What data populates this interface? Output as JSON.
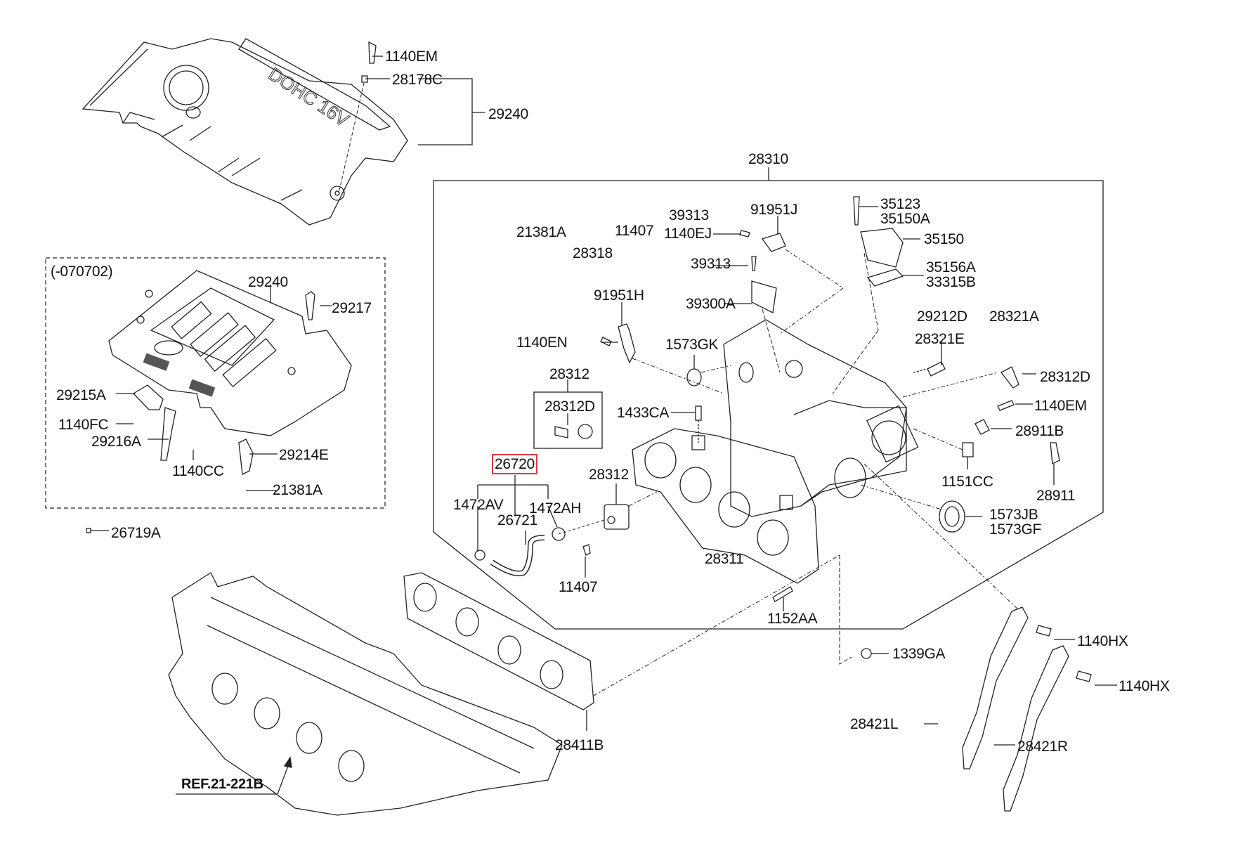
{
  "diagram": {
    "title": "Intake manifold & engine cover parts diagram",
    "highlight_color": "#e0383e",
    "highlighted_part": "26720",
    "variant_box_label": "(-070702)",
    "reference": "REF.21-221B",
    "cover_text": "DOHC 16V",
    "labels": {
      "top_1140EM": "1140EM",
      "top_28178C": "28178C",
      "top_29240": "29240",
      "var_29240": "29240",
      "var_29217": "29217",
      "var_29215A": "29215A",
      "var_1140FC": "1140FC",
      "var_29216A": "29216A",
      "var_1140CC": "1140CC",
      "var_29214E": "29214E",
      "var_21381A": "21381A",
      "p26719A": "26719A",
      "p28310": "28310",
      "p21381A": "21381A",
      "p11407_top": "11407",
      "p28318": "28318",
      "p39313_a": "39313",
      "p1140EJ": "1140EJ",
      "p91951J": "91951J",
      "p39313_b": "39313",
      "p39300A": "39300A",
      "p35123": "35123",
      "p35150A": "35150A",
      "p35150": "35150",
      "p35156A": "35156A",
      "p33315B": "33315B",
      "p91951H": "91951H",
      "p1140EN": "1140EN",
      "p1573GK": "1573GK",
      "p29212D": "29212D",
      "p28321A": "28321A",
      "p28321E": "28321E",
      "p28312D_r": "28312D",
      "p1140EM_r": "1140EM",
      "p28911B": "28911B",
      "p1151CC": "1151CC",
      "p28911": "28911",
      "p28312_box": "28312",
      "p28312D_box": "28312D",
      "p1433CA": "1433CA",
      "p26720": "26720",
      "p1472AV": "1472AV",
      "p26721": "26721",
      "p1472AH": "1472AH",
      "p28312_valve": "28312",
      "p11407_bot": "11407",
      "p28311": "28311",
      "p1573JB": "1573JB",
      "p1573GF": "1573GF",
      "p1152AA": "1152AA",
      "p1339GA": "1339GA",
      "p1140HX_a": "1140HX",
      "p1140HX_b": "1140HX",
      "p28421L": "28421L",
      "p28421R": "28421R",
      "p28411B": "28411B"
    }
  }
}
